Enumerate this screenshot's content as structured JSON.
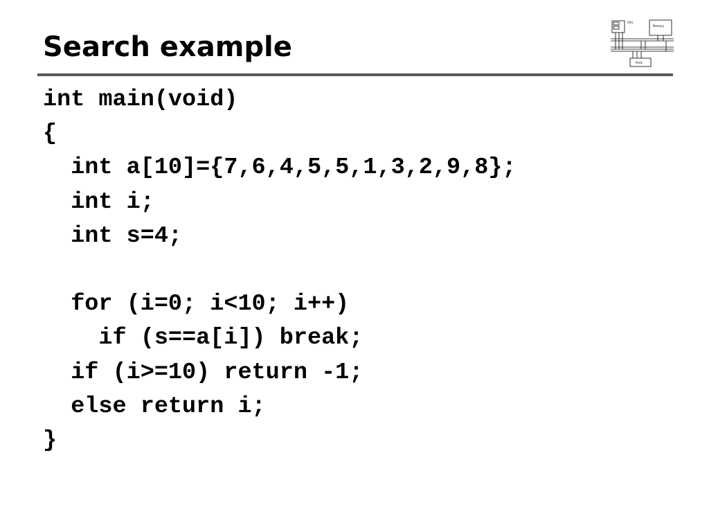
{
  "slide": {
    "title": "Search example",
    "code_lines": [
      "int main(void)",
      "{",
      "  int a[10]={7,6,4,5,5,1,3,2,9,8};",
      "  int i;",
      "  int s=4;",
      "",
      "  for (i=0; i<10; i++)",
      "    if (s==a[i]) break;",
      "  if (i>=10) return -1;",
      "  else return i;",
      "}"
    ]
  },
  "colors": {
    "background": "#ffffff",
    "text": "#000000",
    "rule": "#5a5a5a"
  },
  "logo": {
    "icon": "computer-architecture-diagram-icon",
    "labels": [
      "CPU",
      "Memory",
      "Ports"
    ]
  }
}
